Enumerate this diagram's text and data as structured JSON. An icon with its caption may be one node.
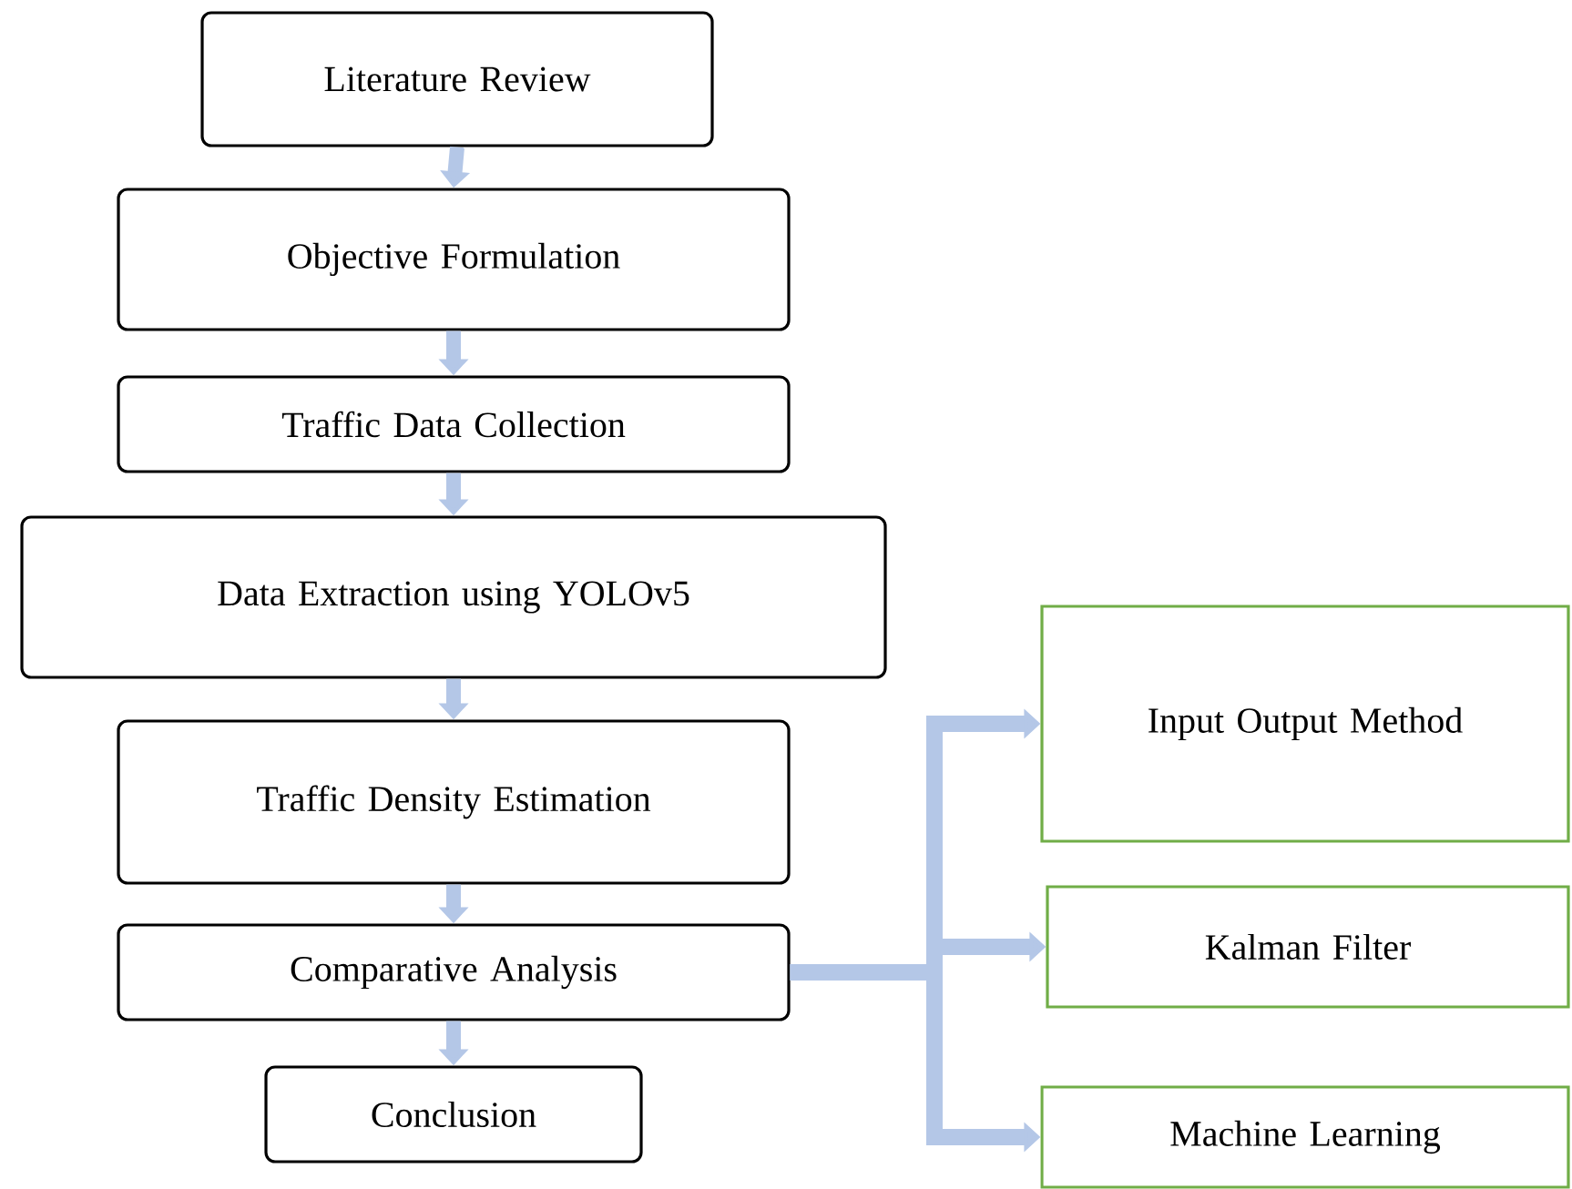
{
  "diagram": {
    "nodes": [
      {
        "text": [
          "Literature Review"
        ]
      },
      {
        "text": [
          "Objective Formulation"
        ]
      },
      {
        "text": [
          "Traffic Data Collection"
        ]
      },
      {
        "text": [
          "Data Extraction using YOLOv5"
        ]
      },
      {
        "text": [
          "Traffic Density Estimation"
        ]
      },
      {
        "text": [
          "Comparative Analysis"
        ]
      },
      {
        "text": [
          "Conclusion"
        ]
      },
      {
        "text": [
          "Input Output Method"
        ]
      },
      {
        "text": [
          "Kalman Filter"
        ]
      },
      {
        "text": [
          "Machine Learning"
        ]
      }
    ],
    "edges": [
      {
        "from": 0,
        "to": 1,
        "arrow": "to"
      },
      {
        "from": 1,
        "to": 2,
        "arrow": "to"
      },
      {
        "from": 2,
        "to": 3,
        "arrow": "to"
      },
      {
        "from": 3,
        "to": 4,
        "arrow": "to"
      },
      {
        "from": 4,
        "to": 5,
        "arrow": "to"
      },
      {
        "from": 5,
        "to": 6,
        "arrow": "to"
      },
      {
        "from": 5,
        "to": 7,
        "arrow": "to"
      },
      {
        "from": 5,
        "to": 8,
        "arrow": "to"
      },
      {
        "from": 5,
        "to": 9,
        "arrow": "to"
      }
    ]
  }
}
